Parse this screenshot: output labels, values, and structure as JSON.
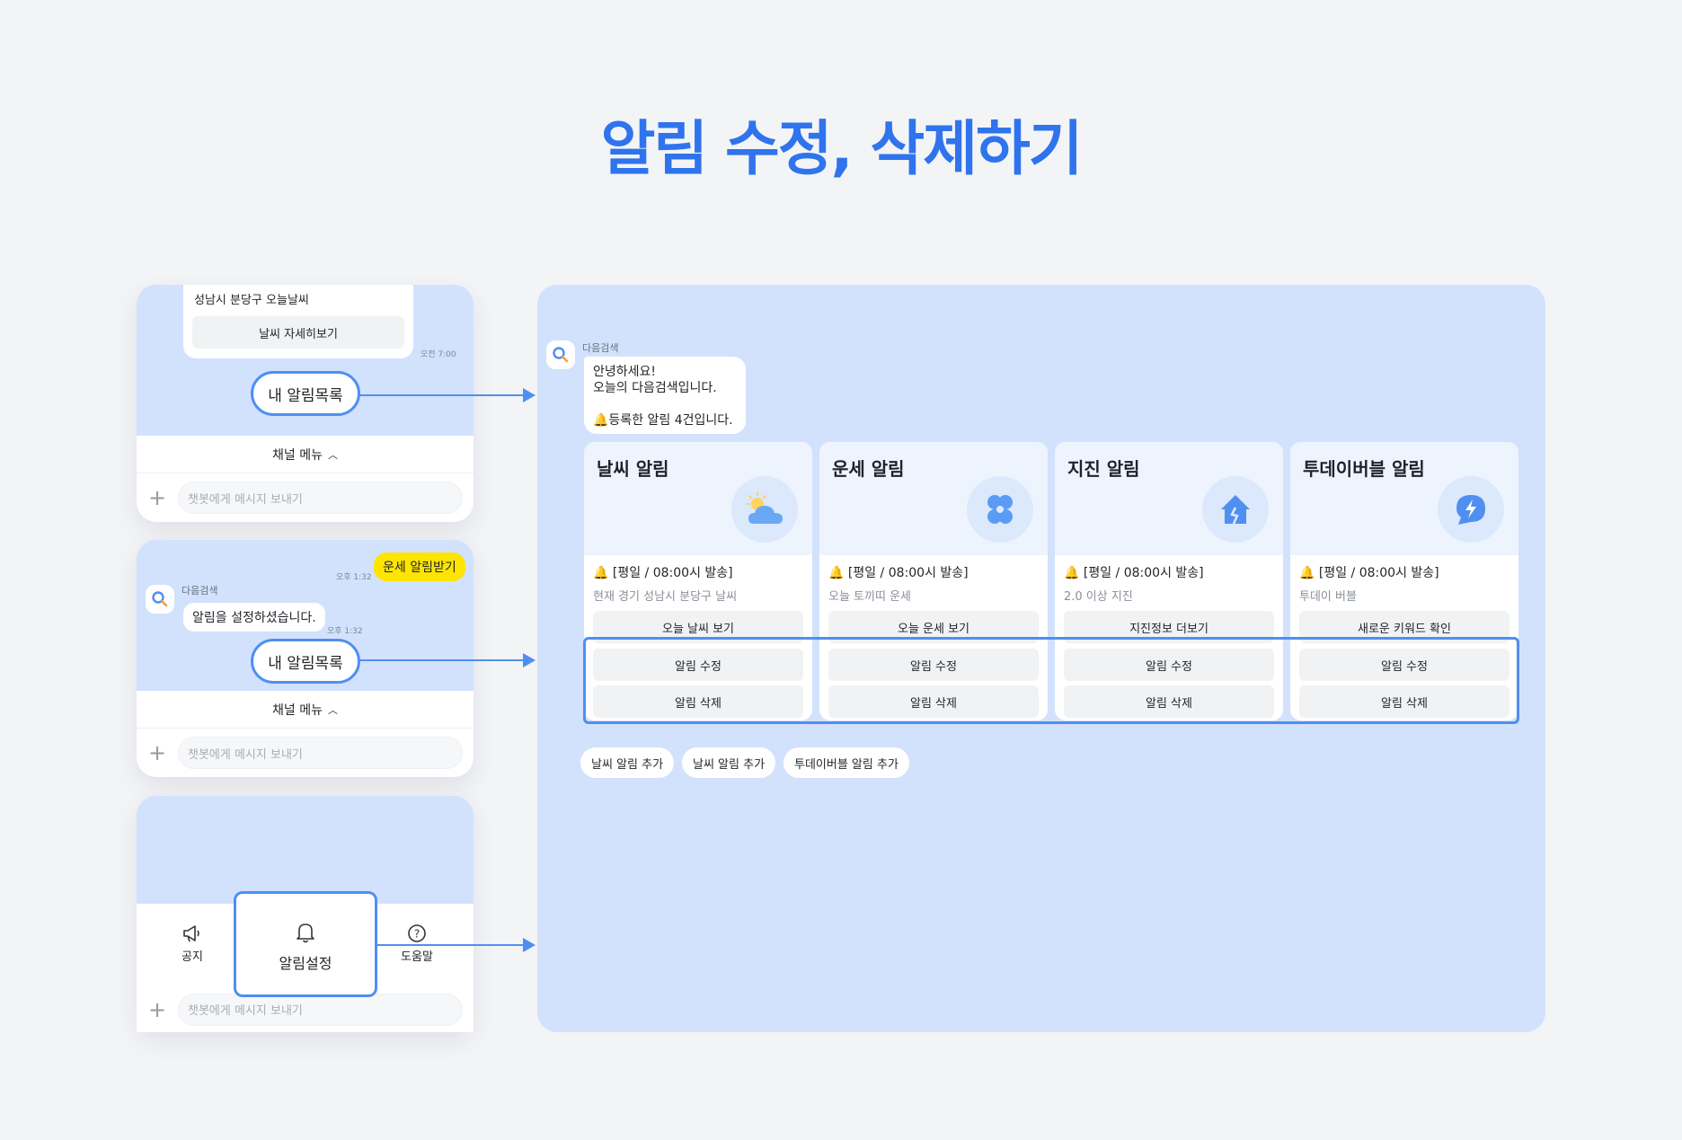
{
  "page": {
    "title": "알림 수정, 삭제하기"
  },
  "phone1": {
    "card_text": "성남시 분당구 오늘날씨",
    "card_button": "날씨 자세히보기",
    "time": "오전 7:00",
    "pill": "내 알림목록",
    "menu_label": "채널 메뉴",
    "input_placeholder": "챗봇에게 메시지 보내기"
  },
  "phone2": {
    "time_user": "오후 1:32",
    "user_message": "운세 알림받기",
    "sender": "다음검색",
    "bot_message": "알림을 설정하셨습니다.",
    "time_bot": "오후 1:32",
    "pill": "내 알림목록",
    "menu_label": "채널 메뉴",
    "input_placeholder": "챗봇에게 메시지 보내기"
  },
  "phone3": {
    "tab_notice": "공지",
    "tab_alarm": "알림설정",
    "tab_help": "도움말",
    "input_placeholder": "챗봇에게 메시지 보내기"
  },
  "main": {
    "sender": "다음검색",
    "greeting": [
      "안녕하세요!",
      "오늘의 다음검색입니다.",
      "",
      "🔔등록한 알림 4건입니다."
    ],
    "cards": [
      {
        "title": "날씨 알림",
        "icon": "weather-icon",
        "schedule": "🔔 [평일 / 08:00시 발송]",
        "desc": "현재 경기 성남시 분당구 날씨",
        "action": "오늘 날씨 보기",
        "edit": "알림 수정",
        "delete": "알림 삭제"
      },
      {
        "title": "운세 알림",
        "icon": "clover-icon",
        "schedule": "🔔 [평일 / 08:00시 발송]",
        "desc": "오늘 토끼띠 운세",
        "action": "오늘 운세 보기",
        "edit": "알림 수정",
        "delete": "알림 삭제"
      },
      {
        "title": "지진 알림",
        "icon": "earthquake-house-icon",
        "schedule": "🔔 [평일 / 08:00시 발송]",
        "desc": "2.0 이상 지진",
        "action": "지진정보 더보기",
        "edit": "알림 수정",
        "delete": "알림 삭제"
      },
      {
        "title": "투데이버블 알림",
        "icon": "lightning-bubble-icon",
        "schedule": "🔔 [평일 / 08:00시 발송]",
        "desc": "투데이 버블",
        "action": "새로운 키워드 확인",
        "edit": "알림 수정",
        "delete": "알림 삭제"
      }
    ],
    "chips": [
      "날씨 알림 추가",
      "날씨 알림 추가",
      "투데이버블 알림 추가"
    ]
  },
  "colors": {
    "accent": "#2f74ed",
    "highlight": "#4f8ff0",
    "panel_bg": "#d2e2fd",
    "kakao_yellow": "#fee500"
  }
}
